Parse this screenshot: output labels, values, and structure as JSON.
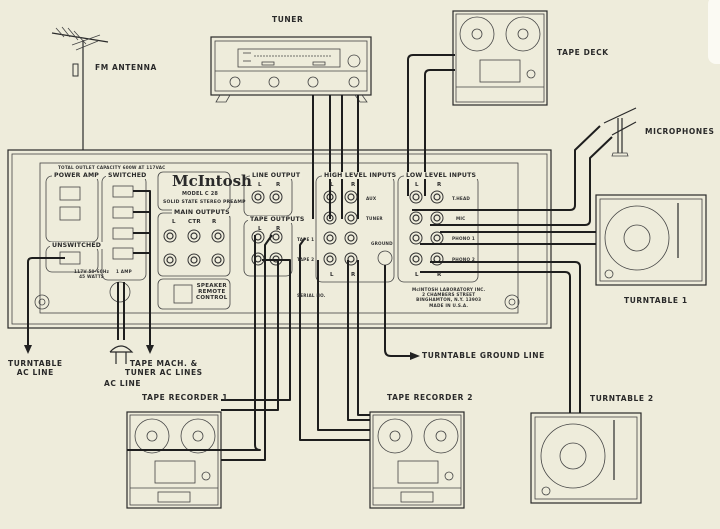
{
  "diagram": {
    "title": "McIntosh C 28 Connection Diagram",
    "components": {
      "tuner": "TUNER",
      "fm_antenna": "FM ANTENNA",
      "tape_deck": "TAPE DECK",
      "microphones": "MICROPHONES",
      "turntable_1": "TURNTABLE 1",
      "turntable_2": "TURNTABLE 2",
      "tape_recorder_1": "TAPE RECORDER 1",
      "tape_recorder_2": "TAPE RECORDER 2"
    },
    "lines": {
      "turntable_ac": [
        "TURNTABLE",
        "AC LINE"
      ],
      "ac_line": "AC LINE",
      "tape_tuner_ac": [
        "TAPE MACH. &",
        "TUNER AC LINES"
      ],
      "turntable_ground": "TURNTABLE GROUND LINE"
    },
    "panel": {
      "capacity_note": "TOTAL OUTLET CAPACITY 600W AT 117VAC",
      "power_amp": "POWER AMP",
      "switched": "SWITCHED",
      "unswitched": "UNSWITCHED",
      "power_rating": [
        "117V 50-60Hz",
        "45 WATTS"
      ],
      "fuse": "1 AMP",
      "brand": "McIntosh",
      "model": "MODEL  C 28",
      "model_desc": "SOLID STATE STEREO PREAMP",
      "main_outputs": "MAIN OUTPUTS",
      "main_channels": [
        "L",
        "CTR",
        "R"
      ],
      "speaker_remote": [
        "SPEAKER",
        "REMOTE",
        "CONTROL"
      ],
      "line_output": "LINE OUTPUT",
      "tape_outputs": "TAPE OUTPUTS",
      "high_level_inputs": "HIGH LEVEL INPUTS",
      "low_level_inputs": "LOW LEVEL INPUTS",
      "left": "L",
      "right": "R",
      "aux": "AUX",
      "tuner_in": "TUNER",
      "tape1": "TAPE 1",
      "tape2": "TAPE 2",
      "ground": "GROUND",
      "serial": "SERIAL NO.",
      "t_head": "T.HEAD",
      "mic": "MIC",
      "phono1": "PHONO 1",
      "phono2": "PHONO 2",
      "maker": [
        "McINTOSH LABORATORY INC.",
        "2 CHAMBERS STREET",
        "BINGHAMTON, N.Y. 13903",
        "MADE IN U.S.A."
      ]
    }
  }
}
